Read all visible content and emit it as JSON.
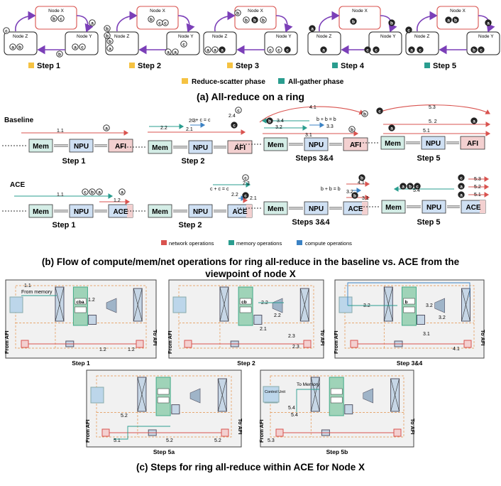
{
  "part_a": {
    "caption": "(a) All-reduce on a ring",
    "node_x": "Node X",
    "node_y": "Node Y",
    "node_z": "Node Z",
    "steps": [
      "Step 1",
      "Step 2",
      "Step 3",
      "Step 4",
      "Step 5"
    ],
    "step_colors": [
      "#f5c242",
      "#f5c242",
      "#f5c242",
      "#2a9d8f",
      "#2a9d8f"
    ],
    "legend": {
      "reduce_scatter": "Reduce-scatter phase",
      "all_gather": "All-gather phase",
      "reduce_scatter_color": "#f5c242",
      "all_gather_color": "#2a9d8f"
    },
    "chunk_labels": [
      "a",
      "b",
      "c"
    ]
  },
  "part_b": {
    "caption_line1": "(b) Flow of compute/mem/net operations for ring all-reduce in the baseline vs. ACE from the",
    "caption_line2": "viewpoint of node X",
    "baseline_label": "Baseline",
    "ace_label": "ACE",
    "blocks": {
      "mem": "Mem",
      "npu": "NPU",
      "afi": "AFI",
      "ace": "ACE"
    },
    "baseline_steps": [
      "Step 1",
      "Step 2",
      "Steps 3&4",
      "Step 5"
    ],
    "ace_steps": [
      "Step 1",
      "Step 2",
      "Steps 3&4",
      "Step 5"
    ],
    "op_labels": {
      "b1": "1.1",
      "b2a": "2.1",
      "b2b": "2.2",
      "b2c": "2.3",
      "b2d": "2.4",
      "b3a": "4.1",
      "b3b": "3.4",
      "b3c": "3.2",
      "b3d": "3.3",
      "b3e": "3.1",
      "b5a": "5.3",
      "b5b": "5. 2",
      "b5c": "5.1",
      "a1a": "1.1",
      "a1b": "1.2",
      "a2a": "2.3",
      "a2b": "2.2",
      "a2c": "2.1",
      "a3a": "4.1",
      "a3b": "3.2",
      "a3c": "3.1",
      "a5a": "5.3",
      "a5b": "5.2",
      "a5c": "5.1",
      "a5d": "5.4"
    },
    "expr_labels": {
      "c_plus": "c + c = c",
      "b_plus": "b + b = b"
    },
    "legend": {
      "network": "network operations",
      "memory": "memory operations",
      "compute": "compute operations",
      "network_color": "#d9534f",
      "memory_color": "#2a9d8f",
      "compute_color": "#3b82c4"
    }
  },
  "part_c": {
    "caption": "(c) Steps for ring all-reduce within ACE for Node X",
    "panels": [
      "Step 1",
      "Step 2",
      "Step 3&4",
      "Step 5a",
      "Step 5b"
    ],
    "from_afi": "From AFI",
    "to_afi": "To AFI",
    "from_memory": "From memory",
    "to_memory": "To Memory",
    "control_unit": "Control Unit",
    "labels": {
      "s1": [
        "1.1",
        "1.2",
        "1.2",
        "1.2"
      ],
      "s2": [
        "2.2",
        "2.2",
        "2.1",
        "2.3",
        "2.3"
      ],
      "s3": [
        "3.2",
        "3.2",
        "3.2",
        "3.1",
        "4.1"
      ],
      "s5a": [
        "5.2",
        "5.1",
        "5.2",
        "5.2"
      ],
      "s5b": [
        "5.4",
        "5.4",
        "5.3"
      ]
    },
    "buf_labels": {
      "s1": "cba",
      "s2": "cb",
      "s3": "b"
    }
  },
  "colors": {
    "mem_fill": "#d4ede6",
    "npu_fill": "#cfe0f3",
    "afi_fill": "#f3d0d0",
    "node_x_border": "#d9534f",
    "ring_arrow": "#7b3fb8"
  }
}
